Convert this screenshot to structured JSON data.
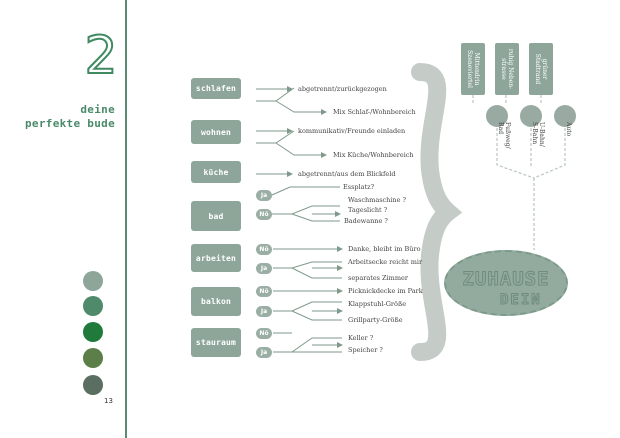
{
  "chapter": {
    "number": "2",
    "title_line1": "deine",
    "title_line2": "perfekte bude",
    "page_number": "13"
  },
  "palette": [
    "#8ea69a",
    "#4f8a6a",
    "#1f7a3c",
    "#5c7e48",
    "#5a6e62"
  ],
  "categories": [
    {
      "label": "schlafen",
      "options": [
        "abgetrennt/zurückgezogen",
        "Mix Schlaf-/Wohnbereich"
      ]
    },
    {
      "label": "wohnen",
      "options": [
        "kommunikativ/Freunde einladen",
        "Mix Küche/Wohnbereich"
      ]
    },
    {
      "label": "küche",
      "options": [
        "abgetrennt/aus dem Blickfeld"
      ]
    },
    {
      "label": "bad",
      "answers": [
        "Ja",
        "Nö"
      ],
      "options": [
        "Essplatz?",
        "Waschmaschine ?",
        "Tageslicht ?",
        "Badewanne ?"
      ]
    },
    {
      "label": "arbeiten",
      "answers": [
        "Nö",
        "Ja"
      ],
      "options": [
        "Danke, bleibt im Büro",
        "Arbeitsecke reicht mir",
        "separates Zimmer"
      ]
    },
    {
      "label": "balkon",
      "answers": [
        "Nö",
        "Ja"
      ],
      "options": [
        "Picknickdecke im Park",
        "Klappstuhl-Größe",
        "Grillparty-Größe"
      ]
    },
    {
      "label": "stauraum",
      "answers": [
        "Nö",
        "Ja"
      ],
      "options": [
        "Keller ?",
        "Speicher ?"
      ]
    }
  ],
  "location_boxes": [
    "Mittendrin\nSzeneviertel",
    "ruhig Neben-\nstrasse",
    "grüner\nStadtrand"
  ],
  "transport": [
    "Fußweg/\nRad",
    "U-Bahn/\nS-Bahn",
    "Auto"
  ],
  "home": {
    "line1": "ZUHAUSE",
    "line2": "DEIN"
  }
}
